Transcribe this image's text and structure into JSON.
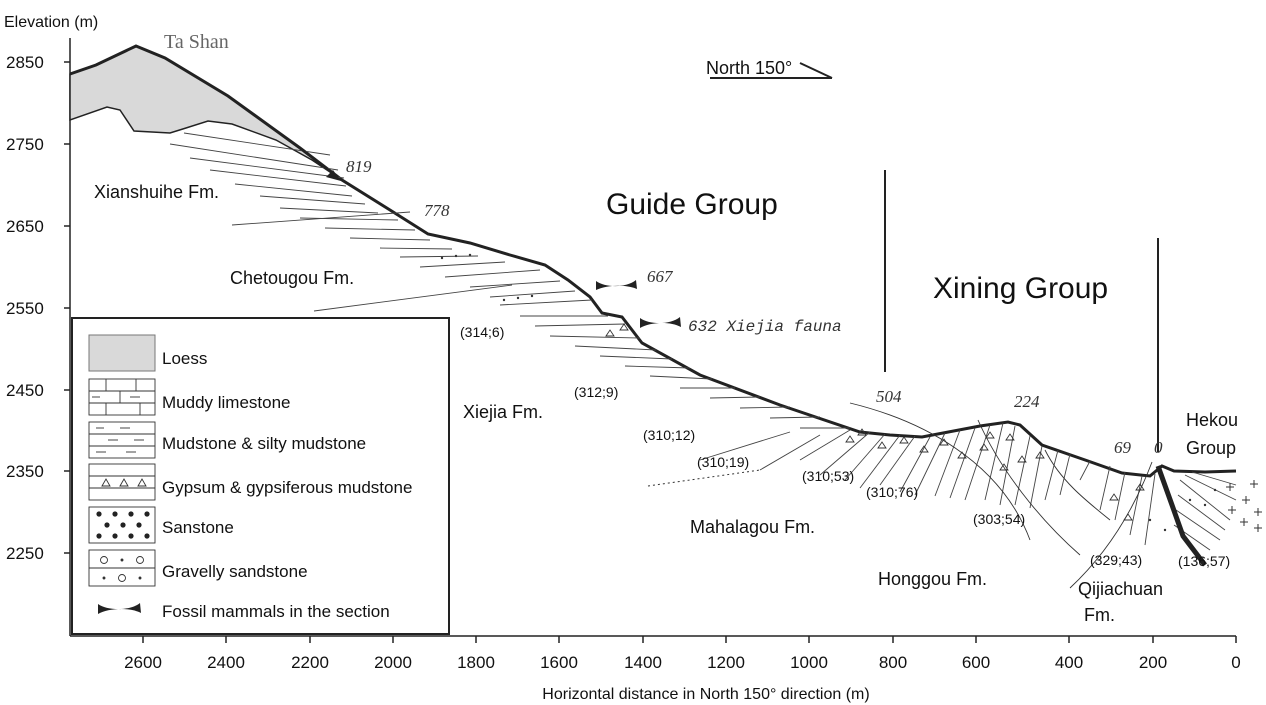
{
  "axes": {
    "y_title": "Elevation (m)",
    "x_title": "Horizontal distance in North 150° direction (m)",
    "y_ticks": [
      "2850",
      "2750",
      "2650",
      "2550",
      "2450",
      "2350",
      "2250"
    ],
    "x_ticks": [
      "2600",
      "2400",
      "2200",
      "2000",
      "1800",
      "1600",
      "1400",
      "1200",
      "1000",
      "800",
      "600",
      "400",
      "200",
      "0"
    ]
  },
  "labels": {
    "peak": "Ta Shan",
    "north": "North 150°",
    "guide_group": "Guide Group",
    "xining_group": "Xining Group",
    "hekou_group": "Hekou\nGroup",
    "hekou_line1": "Hekou",
    "hekou_line2": "Group"
  },
  "formations": {
    "xianshuihe": "Xianshuihe Fm.",
    "chetougou": "Chetougou Fm.",
    "xiejia": "Xiejia Fm.",
    "mahalagou": "Mahalagou Fm.",
    "honggou": "Honggou Fm.",
    "qijiachuan_1": "Qijiachuan",
    "qijiachuan_2": "Fm."
  },
  "sample_points": {
    "p819": "819",
    "p778": "778",
    "p667": "667",
    "p632": "632 Xiejia fauna",
    "p504": "504",
    "p224": "224",
    "p69": "69",
    "p0": "0"
  },
  "attitudes": {
    "a1": "(314;6)",
    "a2": "(312;9)",
    "a3": "(310;12)",
    "a4": "(310;19)",
    "a5": "(310;53)",
    "a6": "(310;76)",
    "a7": "(303;54)",
    "a8": "(329;43)",
    "a9": "(136;57)"
  },
  "legend": {
    "items": [
      {
        "label": "Loess"
      },
      {
        "label": "Muddy limestone"
      },
      {
        "label": "Mudstone & silty mudstone"
      },
      {
        "label": "Gypsum & gypsiferous mudstone"
      },
      {
        "label": "Sanstone"
      },
      {
        "label": "Gravelly sandstone"
      },
      {
        "label": "Fossil mammals in the section"
      }
    ]
  },
  "colors": {
    "loess": "#d9d9d9",
    "line": "#222222",
    "faint": "#555555"
  }
}
